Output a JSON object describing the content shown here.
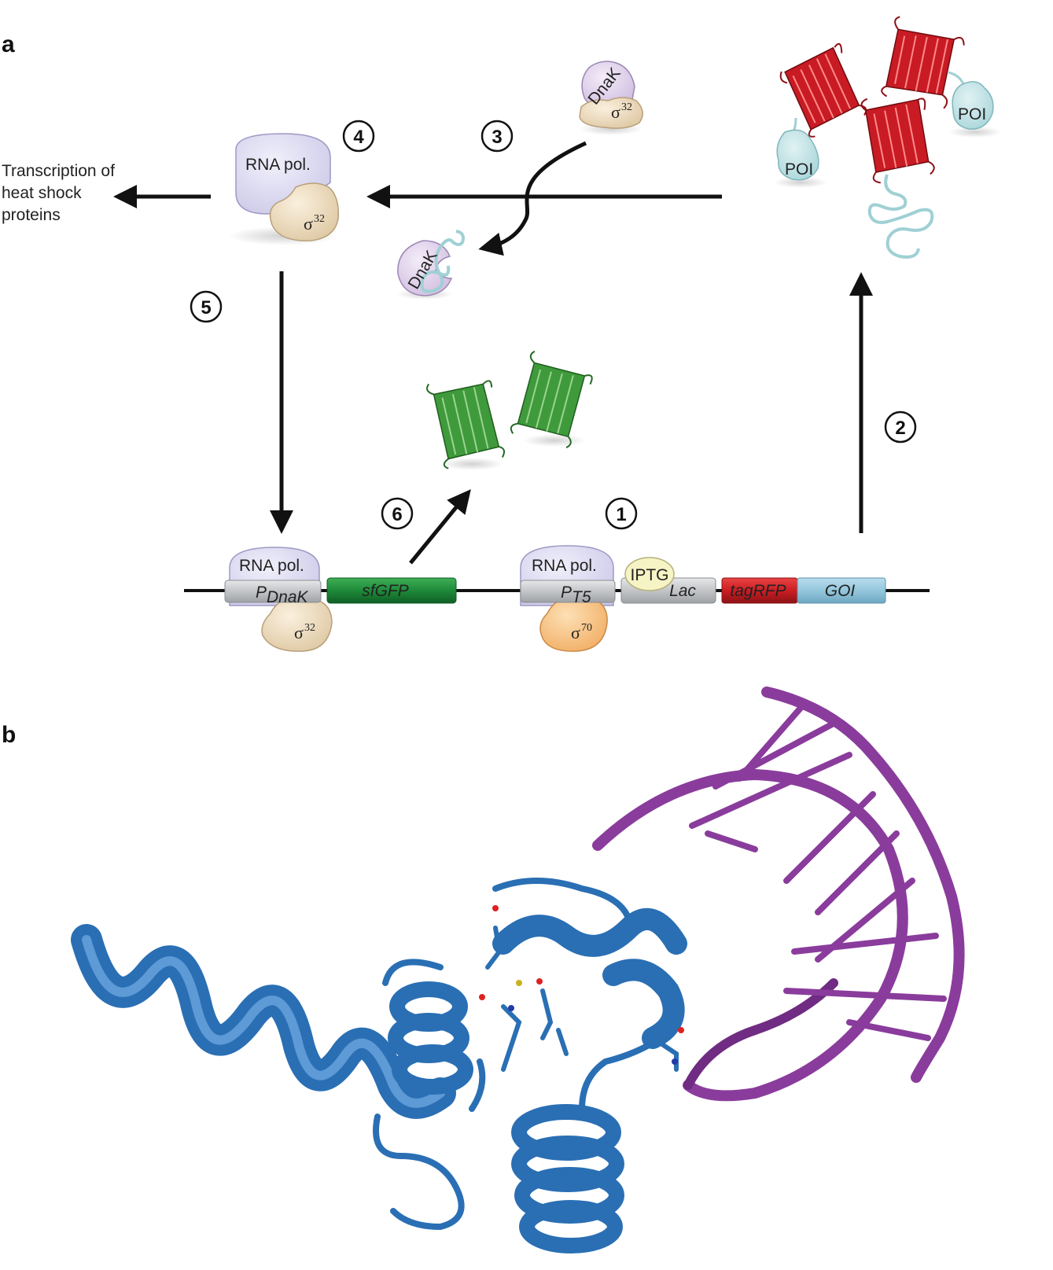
{
  "panels": {
    "a": "a",
    "b": "b"
  },
  "steps": [
    "1",
    "2",
    "3",
    "4",
    "5",
    "6"
  ],
  "side_text": [
    "Transcription of",
    "heat shock",
    "proteins"
  ],
  "rna_pol": "RNA pol.",
  "sigma": {
    "symbol": "σ",
    "s32": "32",
    "s70": "70"
  },
  "dnak": "DnaK",
  "poi": "POI",
  "iptg": "IPTG",
  "genes": {
    "p_dnak_main": "P",
    "p_dnak_sub": "DnaK",
    "sfgfp": "sfGFP",
    "p_t5_main": "P",
    "p_t5_sub": "T5",
    "lac": "Lac",
    "tagrfp": "tagRFP",
    "goi": "GOI"
  },
  "colors": {
    "rna_pol": "#dcdaf0",
    "sigma32": "#efdcbd",
    "sigma70": "#f7c180",
    "dnak": "#ddd0ea",
    "poi": "#bfe3e6",
    "iptg": "#f6f3c4",
    "promoter": "#c4c6c9",
    "sfgfp": "#1e8a3a",
    "tagrfp": "#cc1d22",
    "goi": "#94c7dc",
    "gfp_struct": "#3f9a3c",
    "rfp_struct": "#d0202a",
    "protein_b": "#2a6fb4",
    "dna_b": "#8a3c9c",
    "arrow": "#111111"
  }
}
